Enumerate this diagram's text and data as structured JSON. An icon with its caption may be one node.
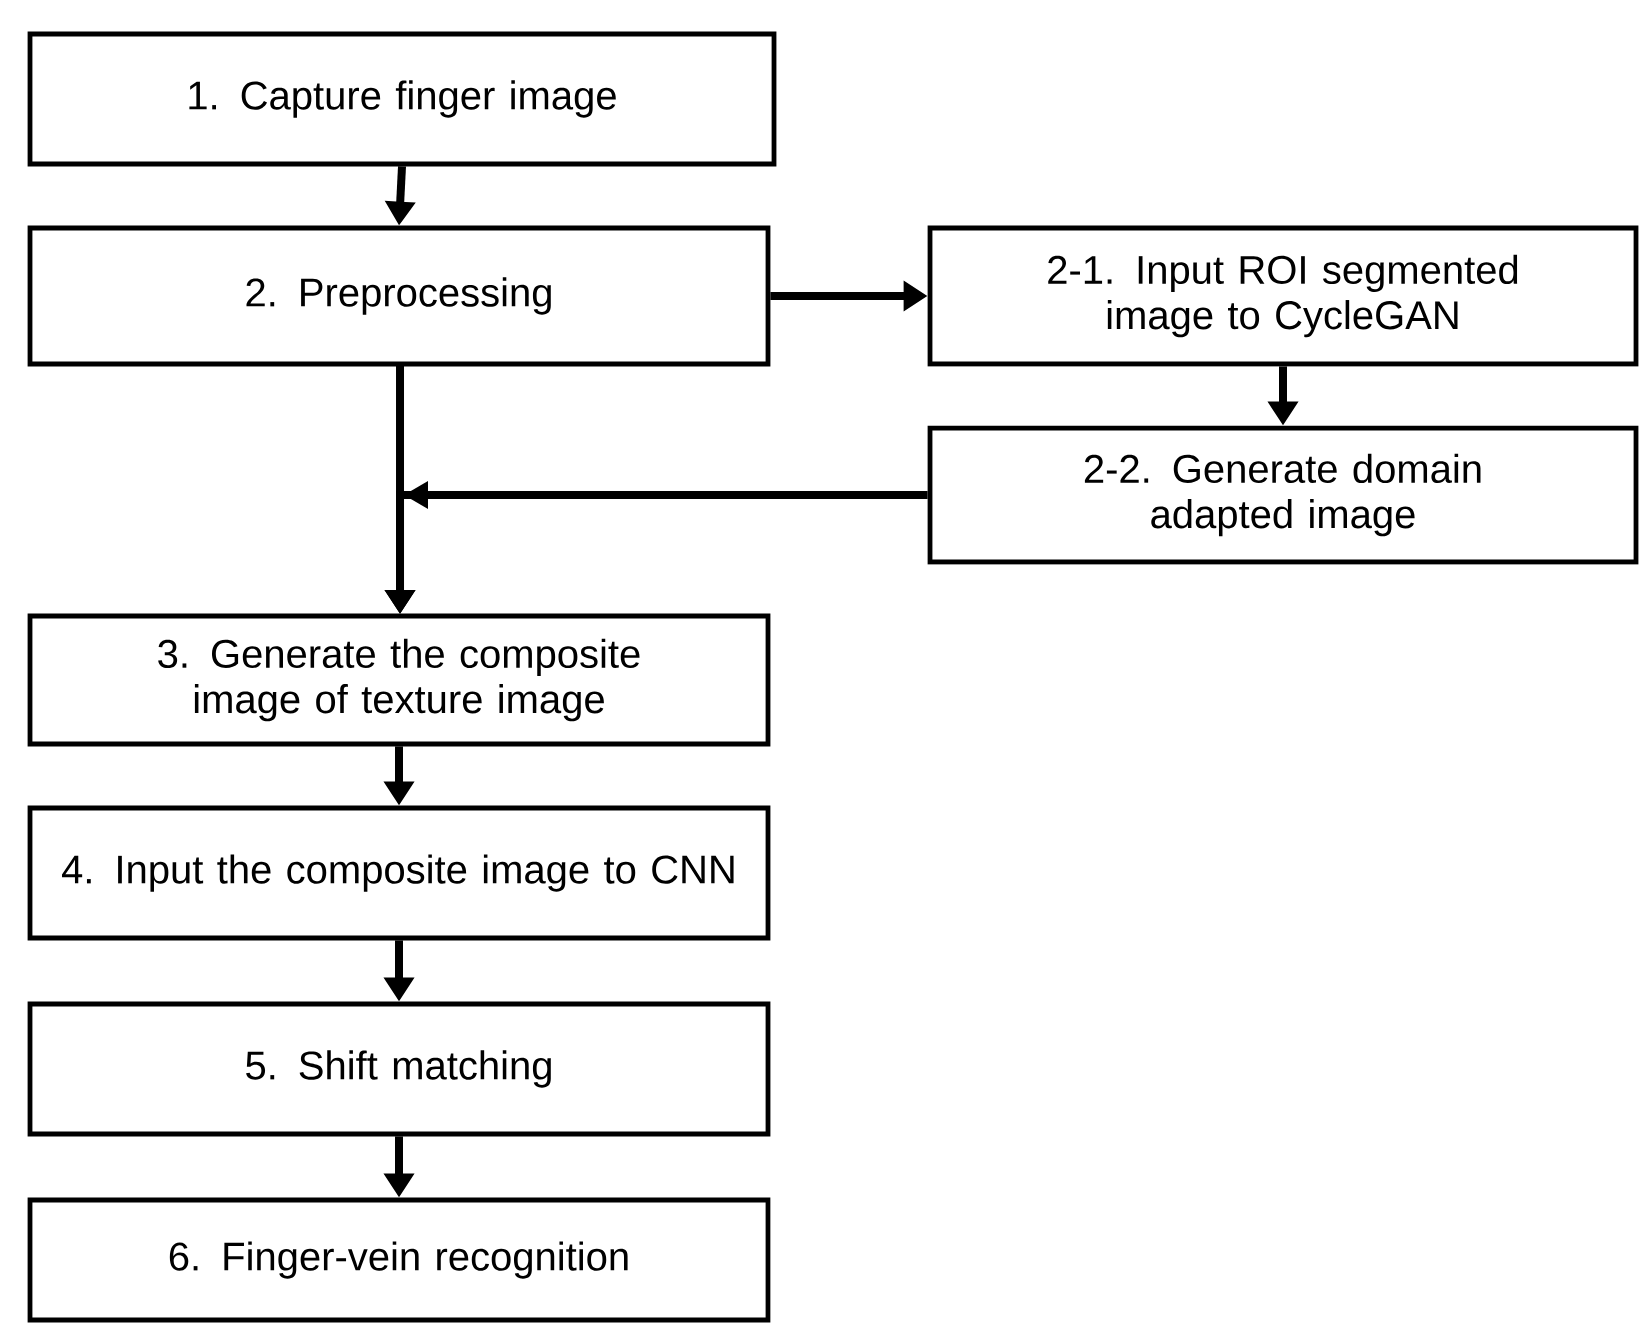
{
  "diagram": {
    "nodes": [
      {
        "text": [
          "1. Capture finger image"
        ]
      },
      {
        "text": [
          "2. Preprocessing"
        ]
      },
      {
        "text": [
          "2-1. Input ROI segmented image to CycleGAN"
        ]
      },
      {
        "text": [
          "2-2. Generate domain adapted image"
        ]
      },
      {
        "text": [
          "3. Generate the composite image of texture image"
        ]
      },
      {
        "text": [
          "4. Input the composite image to CNN"
        ]
      },
      {
        "text": [
          "5. Shift matching"
        ]
      },
      {
        "text": [
          "6. Finger-vein recognition"
        ]
      }
    ],
    "edges": [
      {
        "from": 0,
        "to": 1,
        "arrow": "to"
      },
      {
        "from": 1,
        "to": 2,
        "arrow": "to"
      },
      {
        "from": 2,
        "to": 3,
        "arrow": "to"
      },
      {
        "from": 1,
        "to": 4,
        "arrow": "to"
      },
      {
        "from": 3,
        "to": 4,
        "arrow": "to"
      },
      {
        "from": 4,
        "to": 5,
        "arrow": "to"
      },
      {
        "from": 5,
        "to": 6,
        "arrow": "to"
      },
      {
        "from": 6,
        "to": 7,
        "arrow": "to"
      }
    ]
  }
}
